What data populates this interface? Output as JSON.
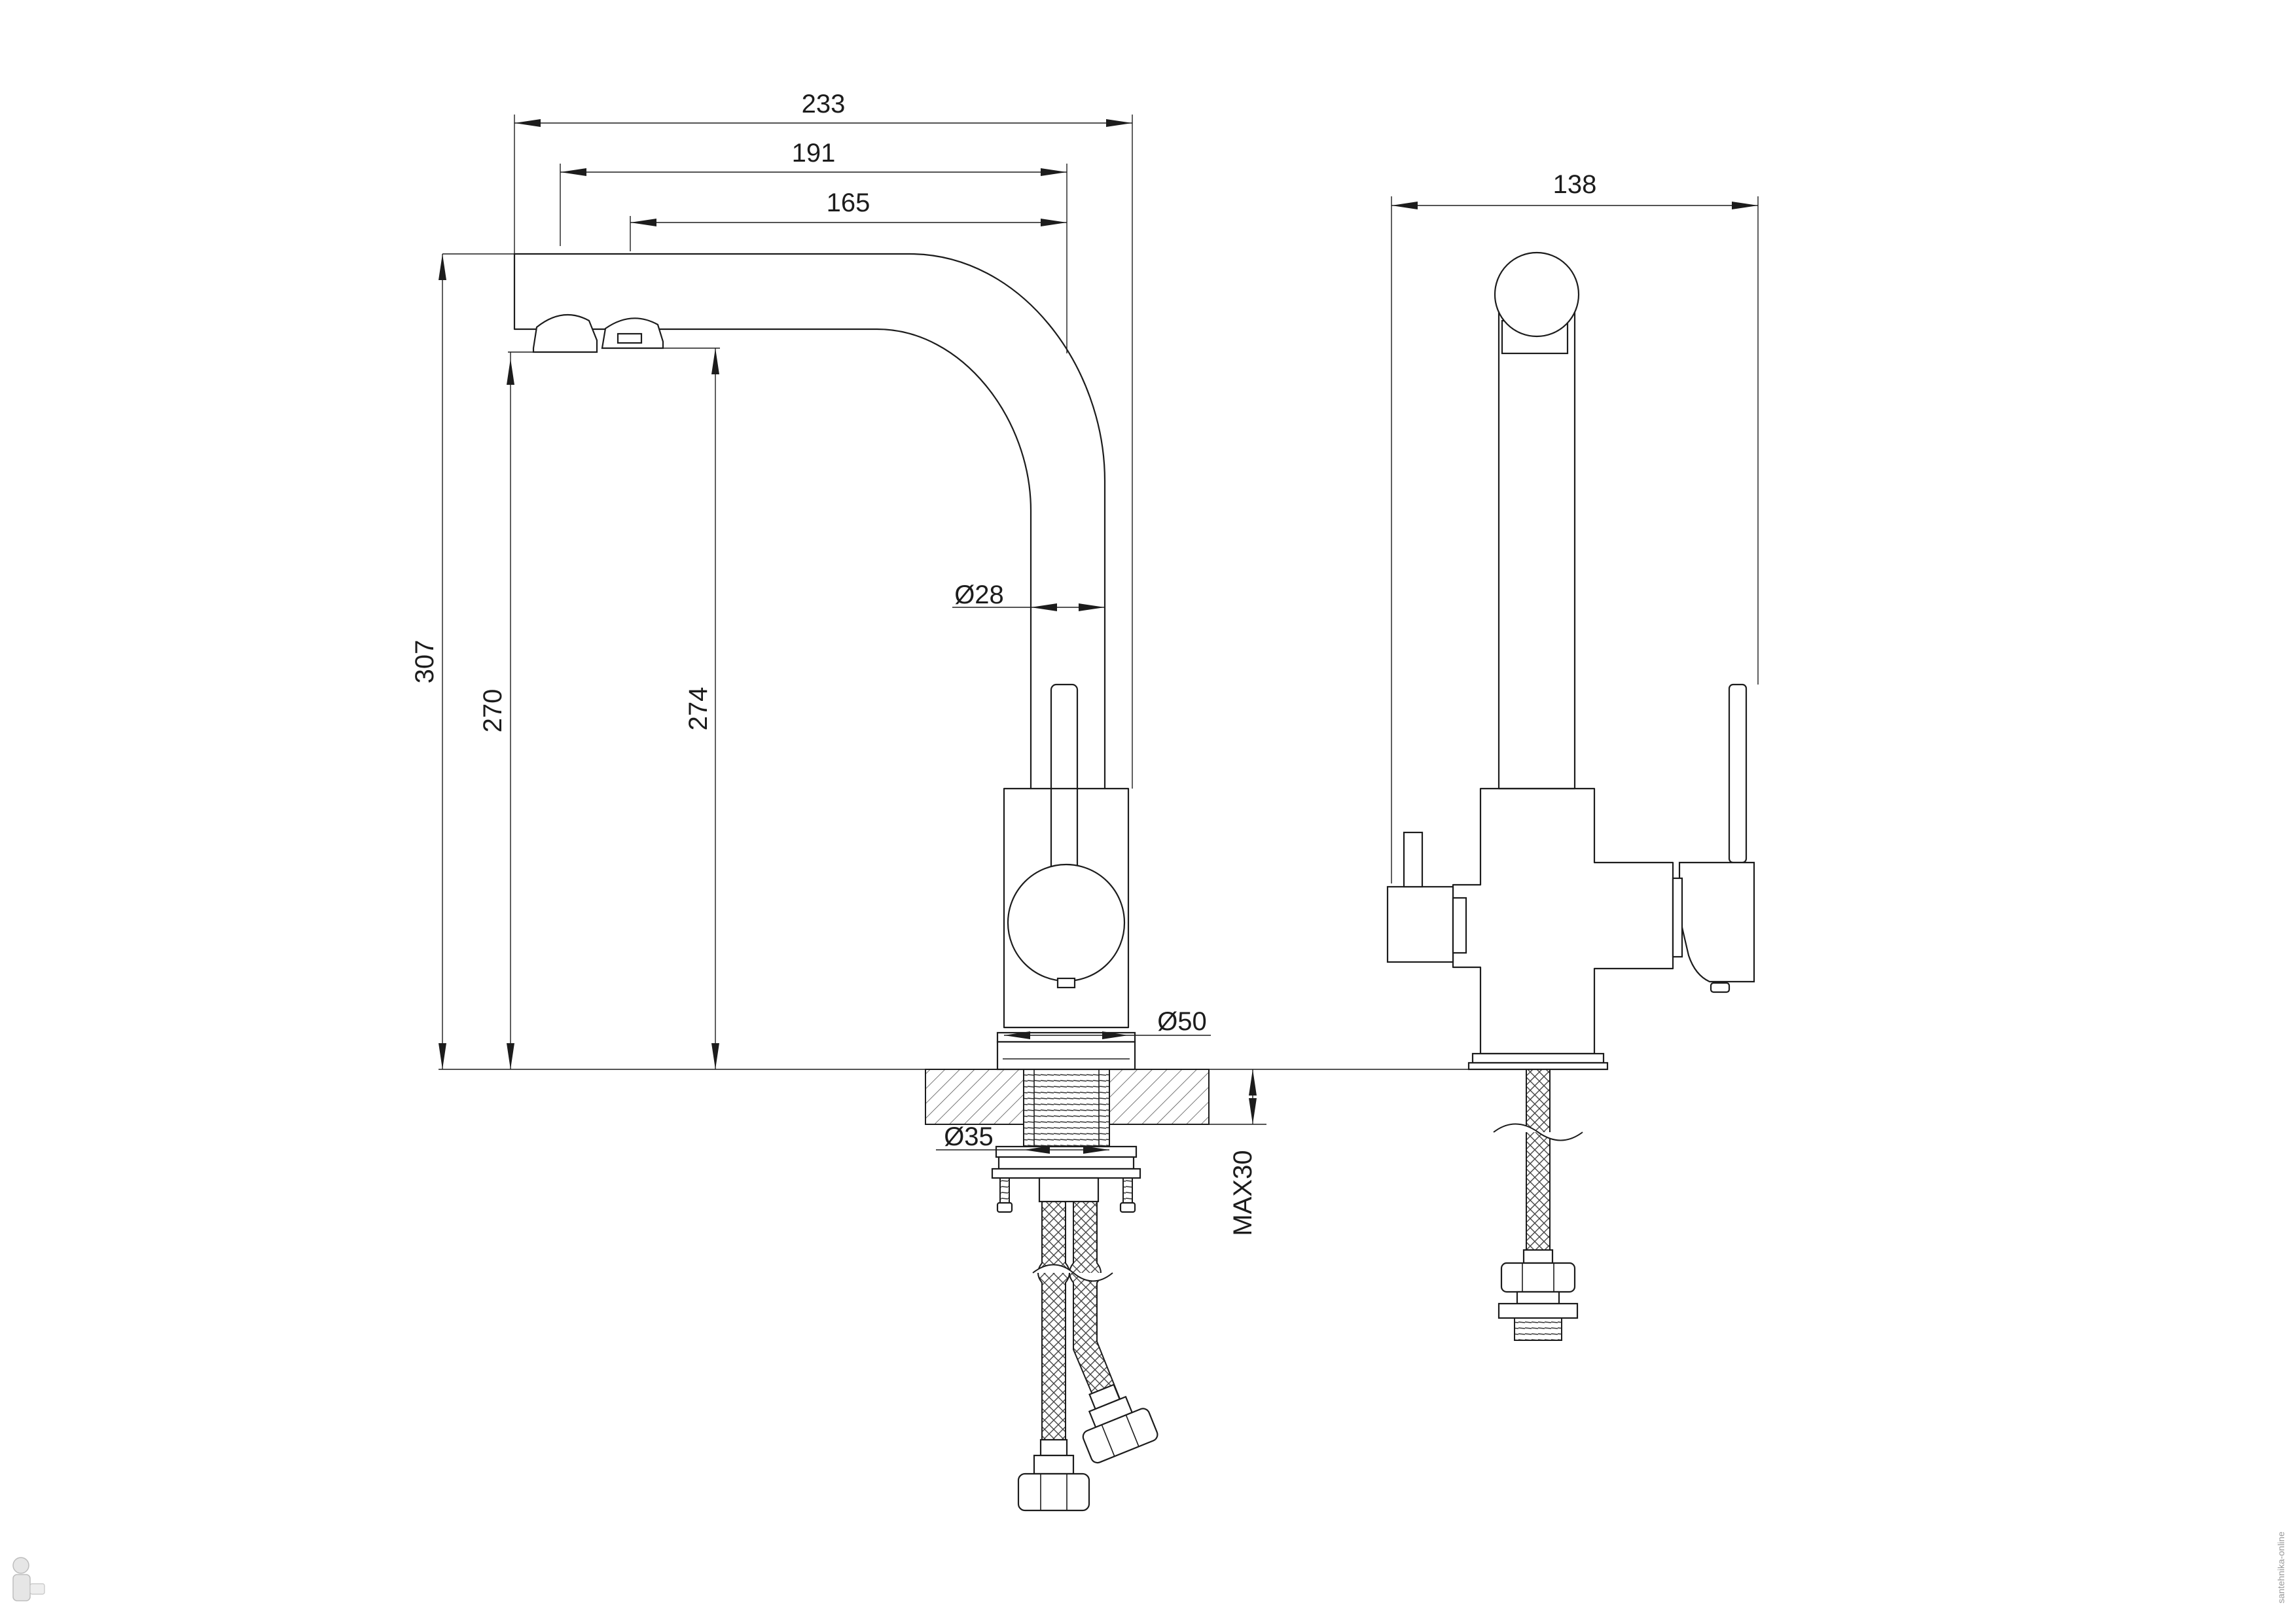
{
  "dimensions": {
    "overall_reach": "233",
    "aerator_reach": "191",
    "filter_reach": "165",
    "side_width": "138",
    "total_height": "307",
    "outlet_height_main": "270",
    "outlet_height_filter": "274",
    "spout_diameter": "Ø28",
    "base_diameter": "Ø50",
    "hole_diameter": "Ø35",
    "max_counter_thickness": "MAX30"
  },
  "watermark_left": "plumber logo",
  "watermark_right": "santehnika-online"
}
